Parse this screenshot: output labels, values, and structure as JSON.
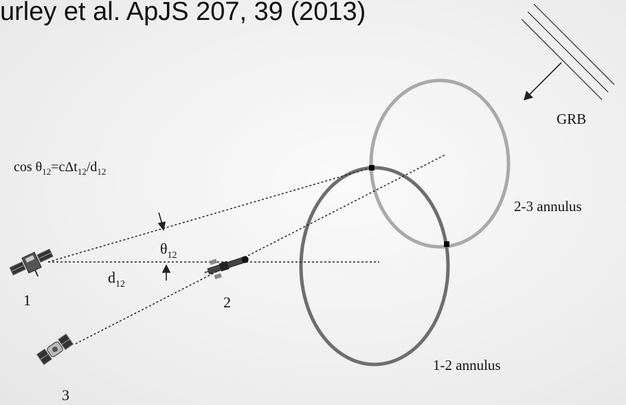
{
  "citation": "urley et al. ApJS 207, 39 (2013)",
  "labels": {
    "grb": "GRB",
    "formula_cos": "cos θ",
    "formula_sub1": "12",
    "formula_eq": "=cΔt",
    "formula_sub2": "12",
    "formula_div": "/d",
    "formula_sub3": "12",
    "theta": "θ",
    "theta_sub": "12",
    "d": "d",
    "d_sub": "12",
    "sat1": "1",
    "sat2": "2",
    "sat3": "3",
    "annulus_23": "2-3 annulus",
    "annulus_12": "1-2 annulus"
  },
  "colors": {
    "annulus_12": "#6e6e6e",
    "annulus_23": "#a9a9a9",
    "lines": "#222222",
    "markers": "#000000"
  },
  "icons": [
    "satellite-1-icon",
    "spacecraft-2-icon",
    "spacecraft-3-icon"
  ]
}
